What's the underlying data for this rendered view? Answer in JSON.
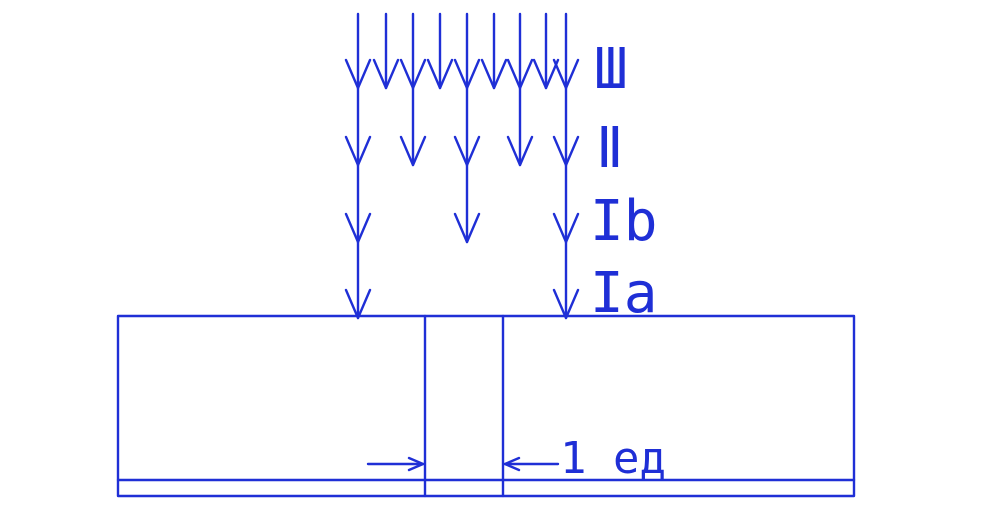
{
  "diagram": {
    "levels": {
      "iii": {
        "label": "Ш",
        "arrow_count": 9
      },
      "ii": {
        "label": "Ⅱ",
        "arrow_count": 5
      },
      "ib": {
        "label": "Ib",
        "arrow_count": 3
      },
      "ia": {
        "label": "Ia",
        "arrow_count": 2
      }
    },
    "gap_label": "1 ед",
    "color": "#1f2fd6"
  }
}
